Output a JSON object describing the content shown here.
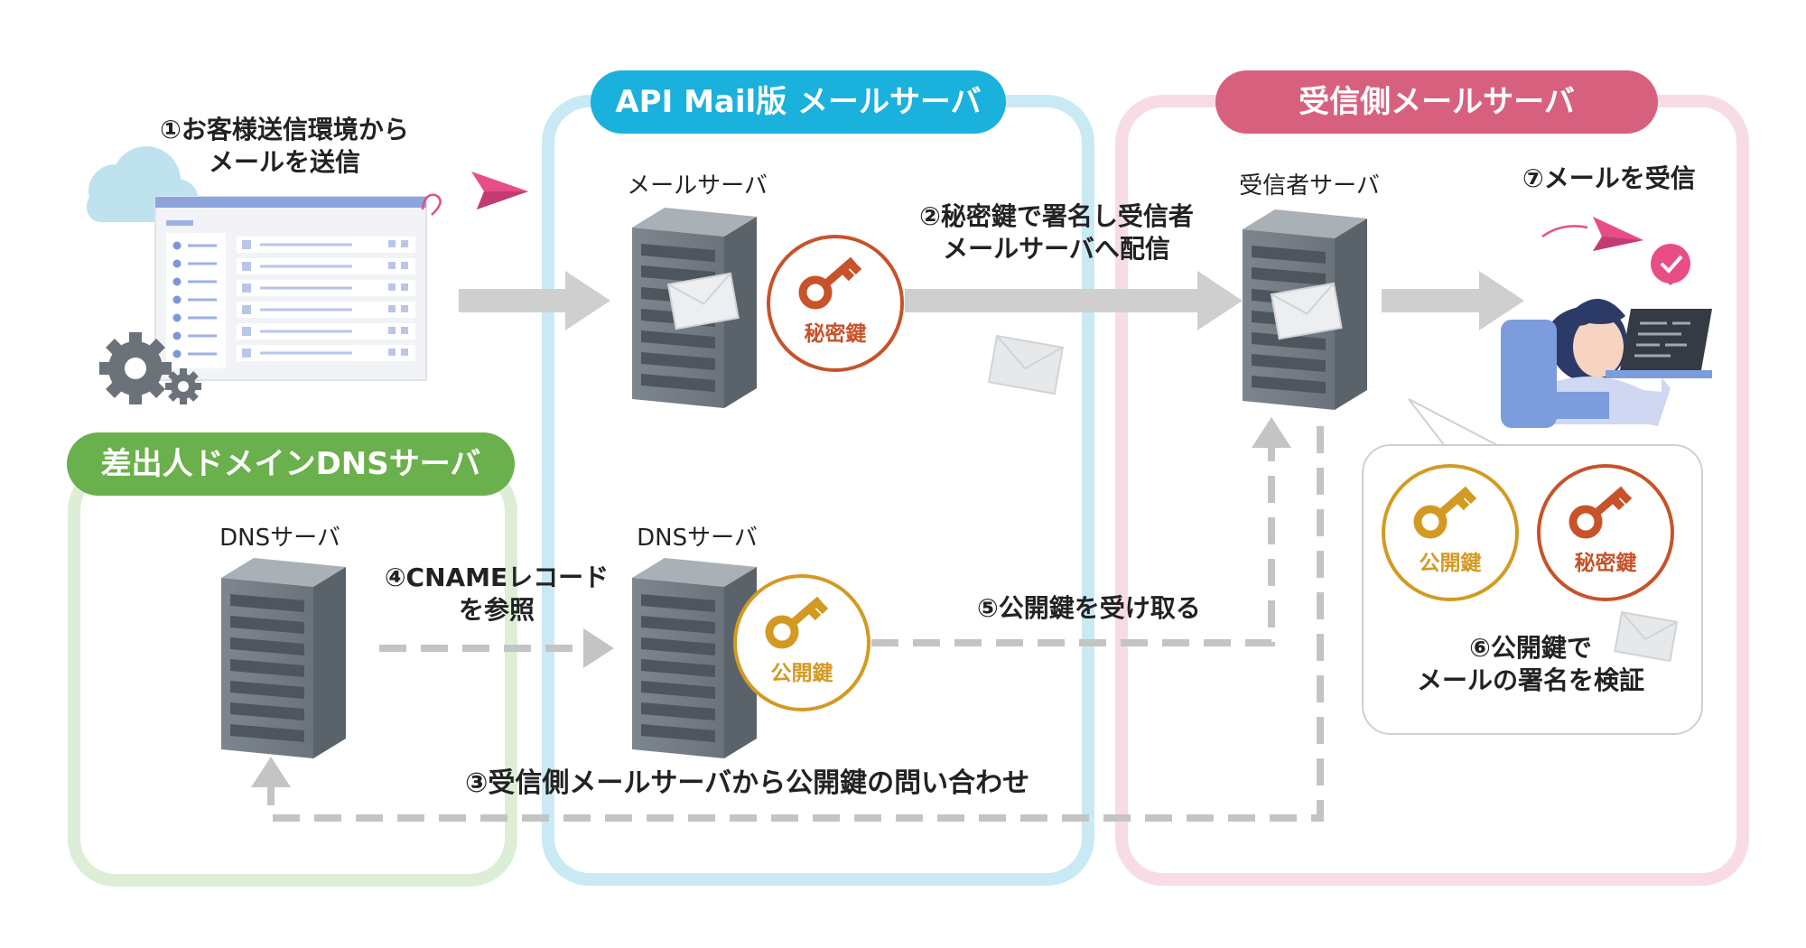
{
  "colors": {
    "api_blue": "#1ab1dc",
    "api_frame": "#c9eaf4",
    "receiver_pink": "#d8607f",
    "receiver_frame": "#f7dce5",
    "dns_green": "#6ab04c",
    "dns_frame": "#dcefd6",
    "secret_key": "#c8522a",
    "public_key": "#d39a22",
    "arrow_gray": "#cfcfcf",
    "dashed_gray": "#c4c4c4"
  },
  "sections": {
    "api": {
      "title": "API Mail版  メールサーバ"
    },
    "receiver": {
      "title": "受信側メールサーバ"
    },
    "dns": {
      "title": "差出人ドメインDNSサーバ"
    }
  },
  "labels": {
    "api_mail_server": "メールサーバ",
    "api_dns_server": "DNSサーバ",
    "receiver_server": "受信者サーバ",
    "sender_dns_server": "DNSサーバ"
  },
  "keys": {
    "secret": "秘密鍵",
    "public": "公開鍵"
  },
  "steps": {
    "s1": [
      "①お客様送信環境から",
      "メールを送信"
    ],
    "s2": [
      "②秘密鍵で署名し受信者",
      "メールサーバへ配信"
    ],
    "s3": "③受信側メールサーバから公開鍵の問い合わせ",
    "s4": [
      "④CNAMEレコード",
      "を参照"
    ],
    "s5": "⑤公開鍵を受け取る",
    "s6": [
      "⑥公開鍵で",
      "メールの署名を検証"
    ],
    "s7": "⑦メールを受信"
  },
  "icons": [
    "cloud-icon",
    "browser-window-icon",
    "gear-icon",
    "paper-plane-icon",
    "server-rack-icon",
    "envelope-icon",
    "key-icon",
    "person-icon",
    "laptop-icon",
    "check-badge-icon"
  ]
}
